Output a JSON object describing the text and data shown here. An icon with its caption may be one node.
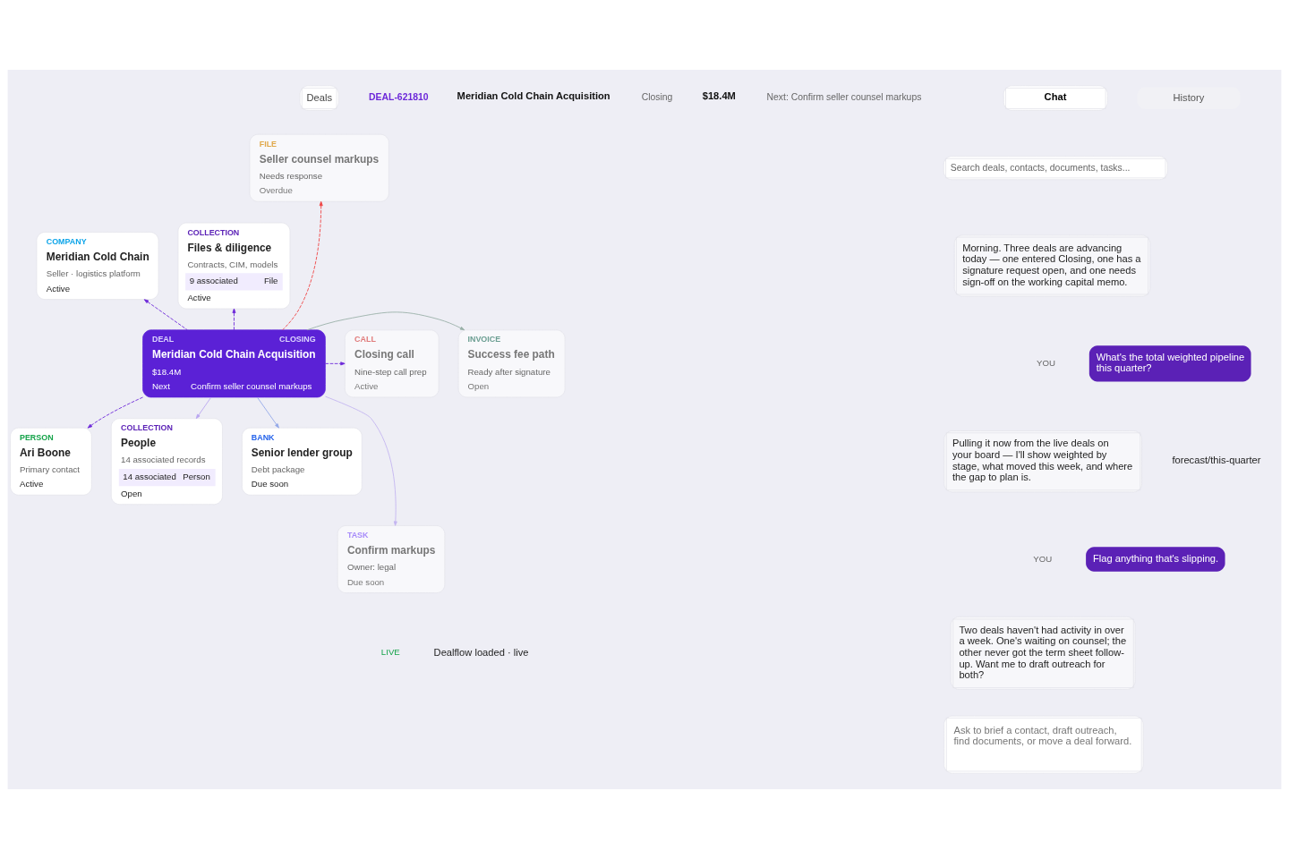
{
  "diagram": {
    "nodes": [
      {
        "text": [
          "FILE",
          "Seller counsel markups",
          "Needs response",
          "Overdue"
        ]
      },
      {
        "text": [
          "COMPANY",
          "Meridian Cold Chain",
          "Seller · logistics platform",
          "Active"
        ]
      },
      {
        "text": [
          "COLLECTION",
          "Files & diligence",
          "Contracts, CIM, models",
          "9 associated",
          "File",
          "Active"
        ]
      },
      {
        "text": [
          "DEAL",
          "CLOSING",
          "Meridian Cold Chain Acquisition",
          "$18.4M",
          "Next",
          "Confirm seller counsel markups"
        ]
      },
      {
        "text": [
          "INVOICE",
          "Success fee path",
          "Ready after signature",
          "Open"
        ]
      },
      {
        "text": [
          "CALL",
          "Closing call",
          "Nine-step call prep",
          "Active"
        ]
      },
      {
        "text": [
          "PERSON",
          "Ari Boone",
          "Primary contact",
          "Active"
        ]
      },
      {
        "text": [
          "COLLECTION",
          "People",
          "14 associated records",
          "14 associated",
          "Person",
          "Open"
        ]
      },
      {
        "text": [
          "BANK",
          "Senior lender group",
          "Debt package",
          "Due soon"
        ]
      },
      {
        "text": [
          "TASK",
          "Confirm markups",
          "Owner: legal",
          "Due soon"
        ]
      }
    ],
    "edges": [
      {
        "from": 3,
        "to": 0,
        "arrow": "to",
        "style": "dashed",
        "color": "#ef4444"
      },
      {
        "from": 3,
        "to": 2,
        "arrow": "to",
        "style": "dashed"
      },
      {
        "from": 3,
        "to": 1,
        "arrow": "to",
        "style": "dashed"
      },
      {
        "from": 3,
        "to": 4,
        "arrow": "to",
        "color": "#9ab0a8"
      },
      {
        "from": 3,
        "to": 7,
        "arrow": "to",
        "color": "#b9a6f0"
      },
      {
        "from": 3,
        "to": 6,
        "arrow": "to",
        "style": "dashed"
      },
      {
        "from": 3,
        "to": 5,
        "arrow": "to",
        "style": "dashed"
      },
      {
        "from": 3,
        "to": 8,
        "arrow": "to",
        "color": "#93a8e8"
      },
      {
        "from": 3,
        "to": 9,
        "arrow": "to",
        "color": "#c4b5f0"
      }
    ],
    "labels": [
      "Deals",
      "DEAL-621810",
      "Meridian Cold Chain Acquisition",
      "Closing",
      "$18.4M",
      "Next: Confirm seller counsel markups",
      "Chat",
      "History",
      "Search deals, contacts, documents, tasks...",
      "Morning. Three deals are advancing today — one entered Closing, one has a signature request open, and one needs sign-off on the working capital memo.",
      "YOU",
      "What's the total weighted pipeline this quarter?",
      "Pulling it now from the live deals on your board — I'll show weighted by stage, what moved this week, and where the gap to plan is.",
      "forecast/this-quarter",
      "YOU",
      "Flag anything that's slipping.",
      "Two deals haven't had activity in over a week. One's waiting on counsel; the other never got the term sheet follow-up. Want me to draft outreach for both?",
      "Ask to brief a contact, draft outreach, find documents, or move a deal forward.",
      "LIVE",
      "Dealflow loaded · live"
    ]
  }
}
